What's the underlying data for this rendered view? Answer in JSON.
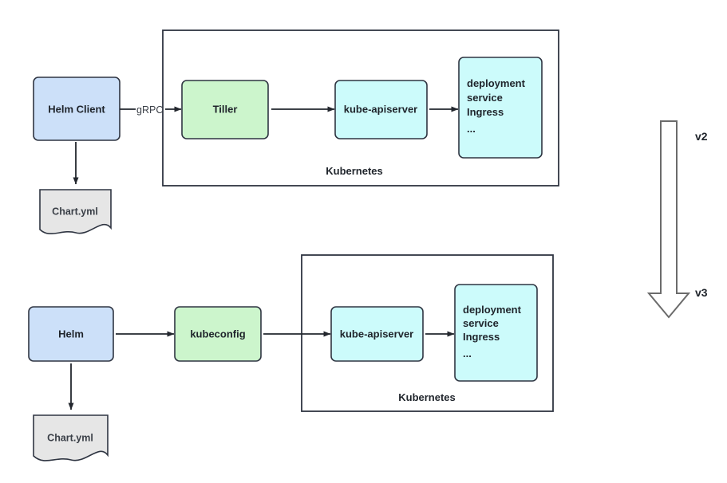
{
  "diagram": {
    "title_absent": true,
    "colors": {
      "blue_fill": "#cce0f9",
      "green_fill": "#ccf5cc",
      "cyan_fill": "#ccfbfb",
      "gray_fill": "#e6e6e6",
      "stroke": "#2f3542",
      "arrow_stroke": "#23272e",
      "big_arrow_stroke": "#6b6b6b",
      "background": "#ffffff"
    },
    "v2_flow": {
      "client_node": "Helm Client",
      "chart_node": "Chart.yml",
      "edge_label": "gRPC",
      "group_label": "Kubernetes",
      "tiller_node": "Tiller",
      "apiserver_node": "kube-apiserver",
      "resources_node": {
        "line1": "deployment",
        "line2": "service",
        "line3": "Ingress",
        "line4": "..."
      }
    },
    "v3_flow": {
      "client_node": "Helm",
      "chart_node": "Chart.yml",
      "kubeconfig_node": "kubeconfig",
      "group_label": "Kubernetes",
      "apiserver_node": "kube-apiserver",
      "resources_node": {
        "line1": "deployment",
        "line2": "service",
        "line3": "Ingress",
        "line4": "..."
      }
    },
    "version_axis": {
      "top_label": "v2",
      "bottom_label": "v3"
    }
  }
}
